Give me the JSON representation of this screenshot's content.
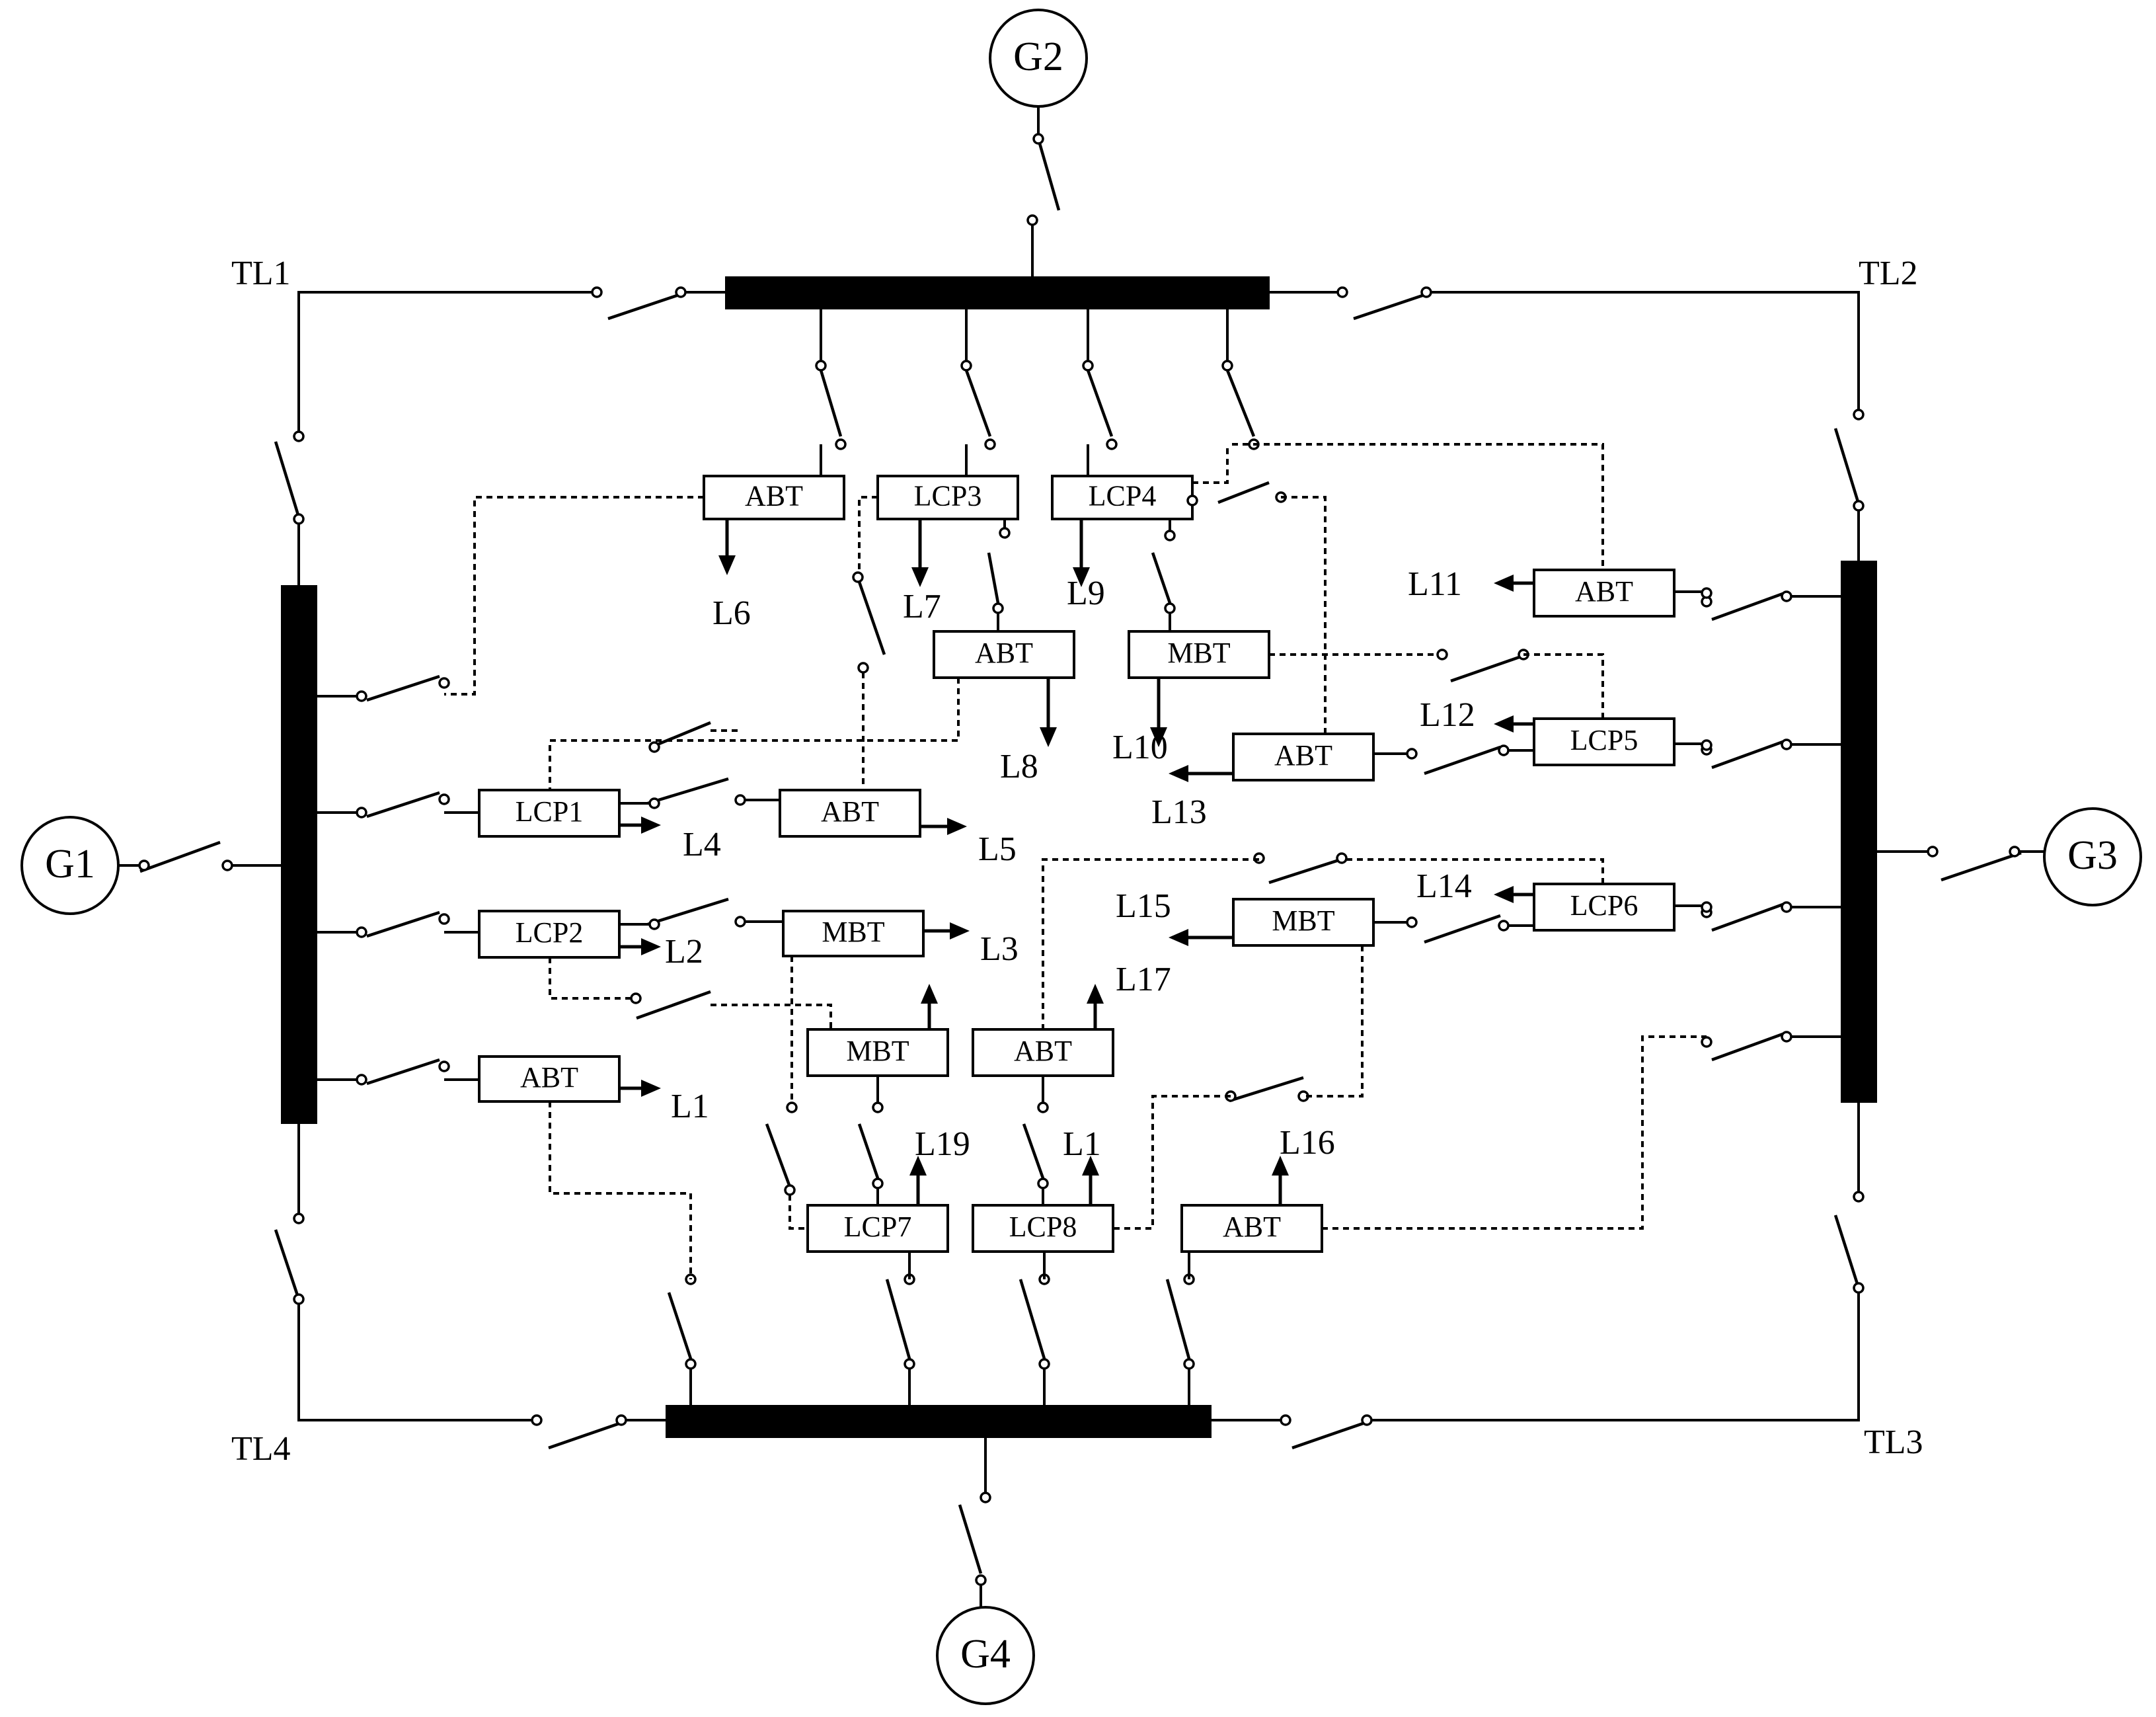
{
  "generators": [
    {
      "id": "g1",
      "label": "G1"
    },
    {
      "id": "g2",
      "label": "G2"
    },
    {
      "id": "g3",
      "label": "G3"
    },
    {
      "id": "g4",
      "label": "G4"
    }
  ],
  "tie_lines": [
    {
      "id": "tl1",
      "label": "TL1"
    },
    {
      "id": "tl2",
      "label": "TL2"
    },
    {
      "id": "tl3",
      "label": "TL3"
    },
    {
      "id": "tl4",
      "label": "TL4"
    }
  ],
  "devices": [
    {
      "id": "abt-top",
      "label": "ABT"
    },
    {
      "id": "lcp3",
      "label": "LCP3"
    },
    {
      "id": "lcp4",
      "label": "LCP4"
    },
    {
      "id": "abt-center",
      "label": "ABT"
    },
    {
      "id": "mbt-center",
      "label": "MBT"
    },
    {
      "id": "abt-l11",
      "label": "ABT"
    },
    {
      "id": "lcp5",
      "label": "LCP5"
    },
    {
      "id": "abt-l13",
      "label": "ABT"
    },
    {
      "id": "lcp1",
      "label": "LCP1"
    },
    {
      "id": "abt-l5",
      "label": "ABT"
    },
    {
      "id": "lcp2",
      "label": "LCP2"
    },
    {
      "id": "mbt-l3",
      "label": "MBT"
    },
    {
      "id": "abt-l1",
      "label": "ABT"
    },
    {
      "id": "mbt-lower",
      "label": "MBT"
    },
    {
      "id": "abt-l17",
      "label": "ABT"
    },
    {
      "id": "mbt-l15",
      "label": "MBT"
    },
    {
      "id": "lcp6",
      "label": "LCP6"
    },
    {
      "id": "lcp7",
      "label": "LCP7"
    },
    {
      "id": "lcp8",
      "label": "LCP8"
    },
    {
      "id": "abt-l16",
      "label": "ABT"
    }
  ],
  "loads": [
    {
      "id": "l6",
      "label": "L6"
    },
    {
      "id": "l7",
      "label": "L7"
    },
    {
      "id": "l9",
      "label": "L9"
    },
    {
      "id": "l8",
      "label": "L8"
    },
    {
      "id": "l10",
      "label": "L10"
    },
    {
      "id": "l11",
      "label": "L11"
    },
    {
      "id": "l12",
      "label": "L12"
    },
    {
      "id": "l13",
      "label": "L13"
    },
    {
      "id": "l4",
      "label": "L4"
    },
    {
      "id": "l5",
      "label": "L5"
    },
    {
      "id": "l2",
      "label": "L2"
    },
    {
      "id": "l3",
      "label": "L3"
    },
    {
      "id": "l1",
      "label": "L1"
    },
    {
      "id": "l15",
      "label": "L15"
    },
    {
      "id": "l14",
      "label": "L14"
    },
    {
      "id": "l17",
      "label": "L17"
    },
    {
      "id": "l19",
      "label": "L19"
    },
    {
      "id": "l1-bottom",
      "label": "L1"
    },
    {
      "id": "l16",
      "label": "L16"
    }
  ]
}
